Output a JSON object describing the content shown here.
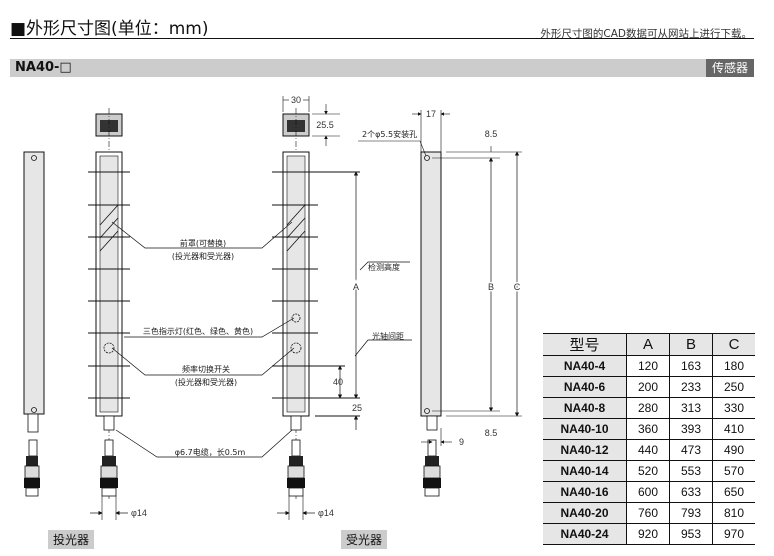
{
  "header": {
    "title": "■外形尺寸图(单位：mm)",
    "note": "外形尺寸图的CAD数据可从网站上进行下载。"
  },
  "model_bar": {
    "model": "NA40-□",
    "category": "传感器"
  },
  "labels": {
    "front_cover": "前罩(可替换)",
    "front_cover_sub": "(投光器和受光器)",
    "indicator": "三色指示灯(红色、绿色、黄色)",
    "freq_switch": "频率切换开关",
    "freq_switch_sub": "(投光器和受光器)",
    "cable": "φ6.7电缆，长0.5m",
    "detect_height": "检测高度",
    "axis_pitch": "光轴间距",
    "mount_holes": "2个φ5.5安装孔",
    "emitter": "投光器",
    "receiver": "受光器"
  },
  "dimensions": {
    "width": "30",
    "head_height": "25.5",
    "depth": "17",
    "hole_offset_top": "8.5",
    "hole_offset_bottom": "8.5",
    "pitch": "40",
    "bottom_offset": "25",
    "cable_offset": "9",
    "connector_dia_left": "φ14",
    "connector_dia_right": "φ14",
    "dim_A": "A",
    "dim_B": "B",
    "dim_C": "C"
  },
  "table": {
    "headers": [
      "型号",
      "A",
      "B",
      "C"
    ],
    "rows": [
      {
        "model": "NA40-4",
        "A": "120",
        "B": "163",
        "C": "180"
      },
      {
        "model": "NA40-6",
        "A": "200",
        "B": "233",
        "C": "250"
      },
      {
        "model": "NA40-8",
        "A": "280",
        "B": "313",
        "C": "330"
      },
      {
        "model": "NA40-10",
        "A": "360",
        "B": "393",
        "C": "410"
      },
      {
        "model": "NA40-12",
        "A": "440",
        "B": "473",
        "C": "490"
      },
      {
        "model": "NA40-14",
        "A": "520",
        "B": "553",
        "C": "570"
      },
      {
        "model": "NA40-16",
        "A": "600",
        "B": "633",
        "C": "650"
      },
      {
        "model": "NA40-20",
        "A": "760",
        "B": "793",
        "C": "810"
      },
      {
        "model": "NA40-24",
        "A": "920",
        "B": "953",
        "C": "970"
      }
    ]
  }
}
